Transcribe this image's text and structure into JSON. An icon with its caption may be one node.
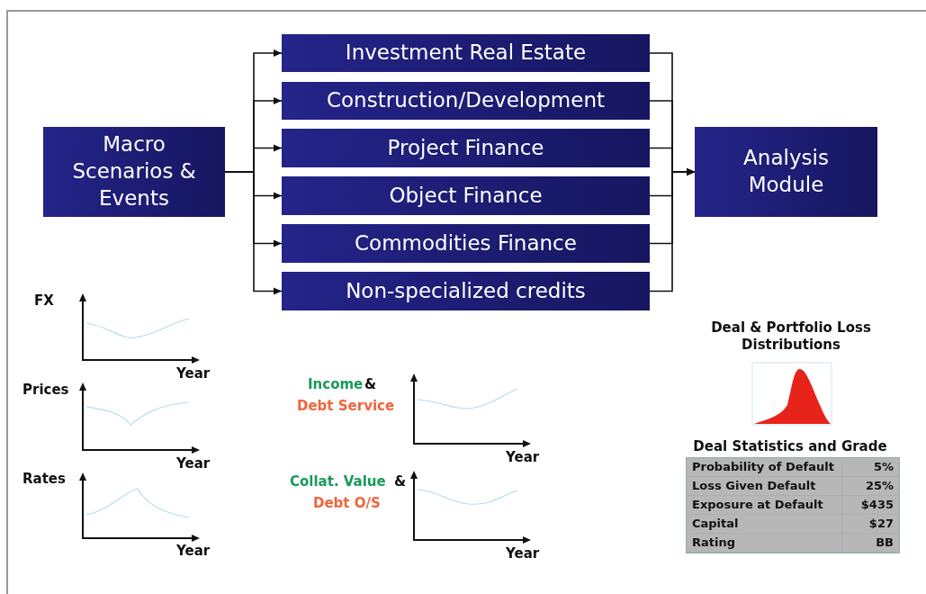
{
  "diagram": {
    "nodes": [
      {
        "text": [
          "Macro Scenarios & Events"
        ]
      },
      {
        "text": [
          "Investment Real Estate"
        ]
      },
      {
        "text": [
          "Construction/Development"
        ]
      },
      {
        "text": [
          "Project Finance"
        ]
      },
      {
        "text": [
          "Object Finance"
        ]
      },
      {
        "text": [
          "Commodities Finance"
        ]
      },
      {
        "text": [
          "Non-specialized credits"
        ]
      },
      {
        "text": [
          "Analysis Module"
        ]
      }
    ],
    "edges": [
      {
        "from": 0,
        "to": 1,
        "arrow": "to"
      },
      {
        "from": 0,
        "to": 2,
        "arrow": "to"
      },
      {
        "from": 0,
        "to": 3,
        "arrow": "to"
      },
      {
        "from": 0,
        "to": 4,
        "arrow": "to"
      },
      {
        "from": 0,
        "to": 5,
        "arrow": "to"
      },
      {
        "from": 0,
        "to": 6,
        "arrow": "to"
      },
      {
        "from": 1,
        "to": 7,
        "arrow": "to"
      },
      {
        "from": 2,
        "to": 7,
        "arrow": "to"
      },
      {
        "from": 3,
        "to": 7,
        "arrow": "to"
      },
      {
        "from": 4,
        "to": 7,
        "arrow": "to"
      },
      {
        "from": 5,
        "to": 7,
        "arrow": "to"
      },
      {
        "from": 6,
        "to": 7,
        "arrow": "to"
      }
    ],
    "labels": [
      "FX",
      "Year",
      "Prices",
      "Year",
      "Rates",
      "Year",
      "Income",
      "&",
      "Debt Service",
      "Year",
      "Collat. Value",
      "&",
      "Debt O/S",
      "Year",
      "Deal & Portfolio Loss Distributions",
      "Deal Statistics and Grade",
      "Probability of Default",
      "5%",
      "Loss Given Default",
      "25%",
      "Exposure at Default",
      "$435",
      "Capital",
      "$27",
      "Rating",
      "BB"
    ]
  }
}
